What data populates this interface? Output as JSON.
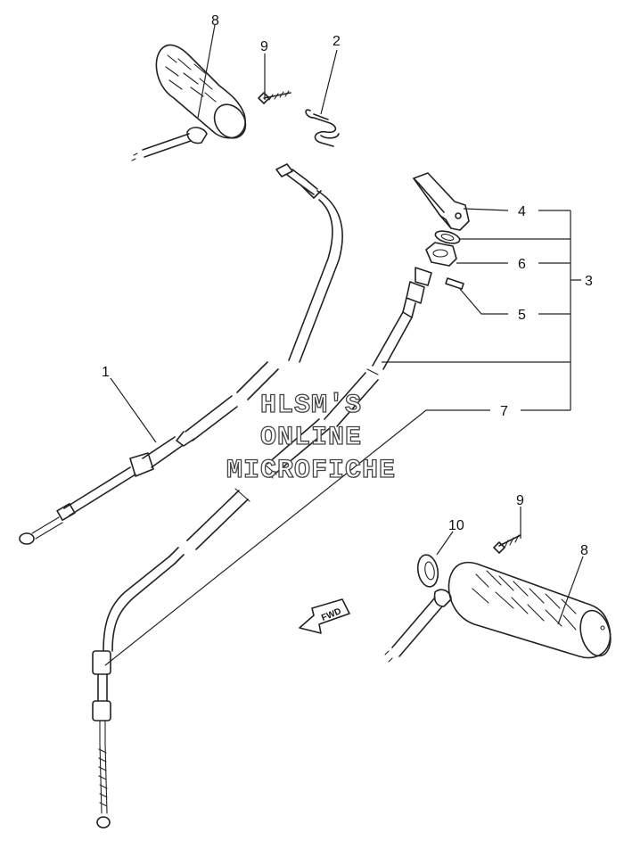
{
  "watermark": {
    "line1": "HLSM'S",
    "line2": "ONLINE",
    "line3": "MICROFICHE"
  },
  "direction_label": "FWD",
  "callouts": {
    "c1": "1",
    "c2": "2",
    "c3": "3",
    "c4": "4",
    "c5": "5",
    "c6": "6",
    "c7": "7",
    "c8_top": "8",
    "c8_bottom": "8",
    "c9_top": "9",
    "c9_bottom": "9",
    "c10": "10"
  }
}
